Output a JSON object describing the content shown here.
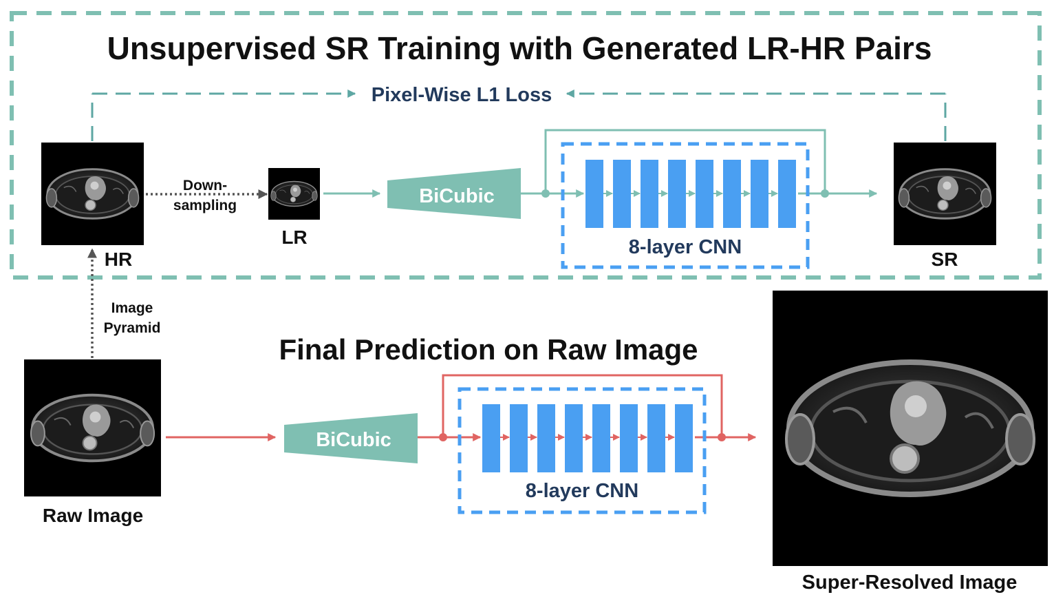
{
  "colors": {
    "teal": "#5ea7a3",
    "teal_box": "#7fbfb2",
    "red": "#e06462",
    "blue": "#4a9ff2",
    "navy": "#223a5c",
    "black": "#111111",
    "gray": "#555555"
  },
  "training": {
    "title": "Unsupervised SR Training with Generated LR-HR Pairs",
    "loss_label": "Pixel-Wise L1 Loss",
    "hr_label": "HR",
    "lr_label": "LR",
    "sr_label": "SR",
    "downsampling_line1": "Down-",
    "downsampling_line2": "sampling",
    "bicubic_label": "BiCubic",
    "cnn_label": "8-layer CNN"
  },
  "pyramid": {
    "line1": "Image",
    "line2": "Pyramid"
  },
  "prediction": {
    "title": "Final Prediction on Raw Image",
    "raw_label": "Raw Image",
    "bicubic_label": "BiCubic",
    "cnn_label": "8-layer CNN",
    "output_label": "Super-Resolved Image"
  },
  "icons": {
    "mri_image": "mri-slice-icon"
  }
}
